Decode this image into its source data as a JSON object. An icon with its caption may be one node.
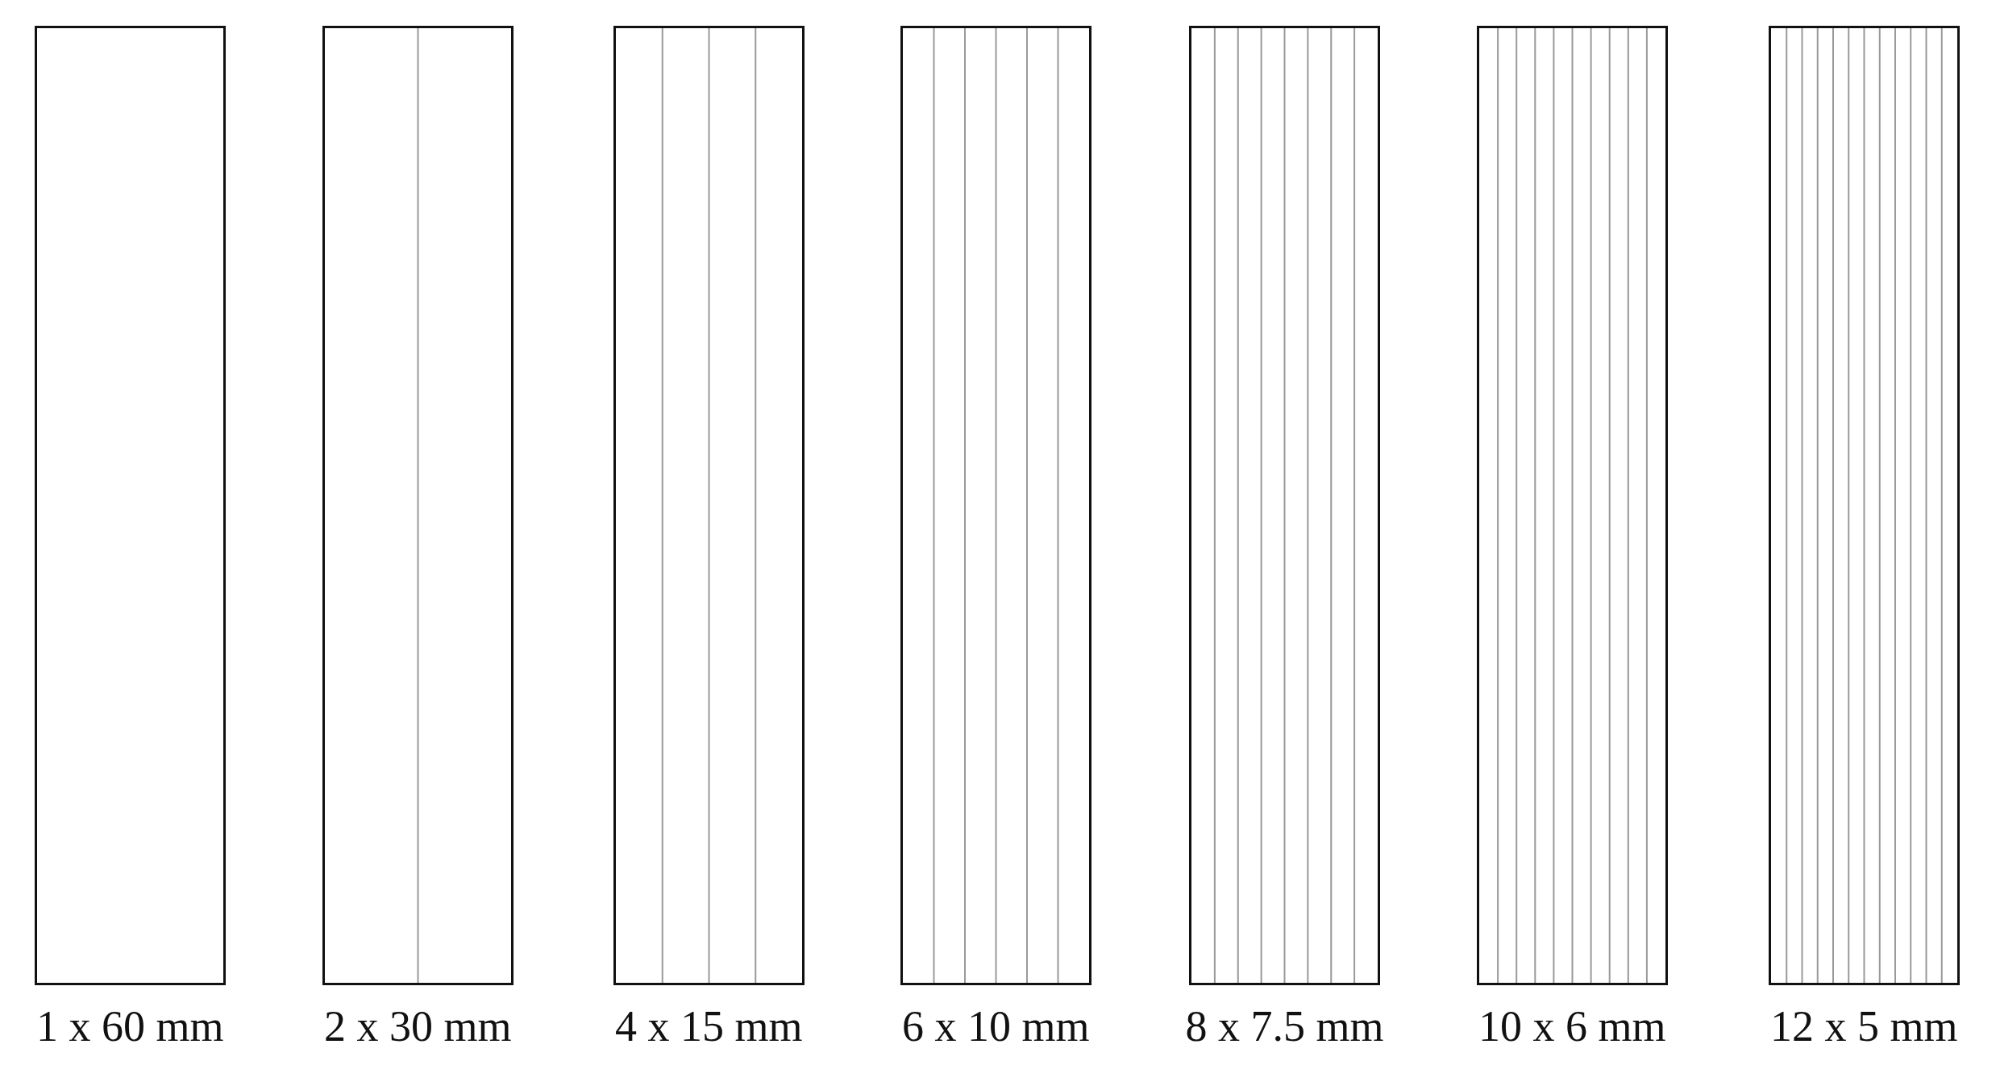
{
  "diagram": {
    "nodes": [
      {
        "text": [],
        "shape": "box",
        "beside": [
          "1 x 60 mm"
        ]
      },
      {
        "text": [],
        "shape": "box",
        "beside": [
          "2 x 30 mm"
        ]
      },
      {
        "text": [],
        "shape": "box",
        "beside": [
          "4 x 15 mm"
        ]
      },
      {
        "text": [],
        "shape": "box",
        "beside": [
          "6 x 10 mm"
        ]
      },
      {
        "text": [],
        "shape": "box",
        "beside": [
          "8 x 7.5 mm"
        ]
      },
      {
        "text": [],
        "shape": "box",
        "beside": [
          "10 x 6 mm"
        ]
      },
      {
        "text": [],
        "shape": "box",
        "beside": [
          "12 x 5 mm"
        ]
      }
    ]
  }
}
